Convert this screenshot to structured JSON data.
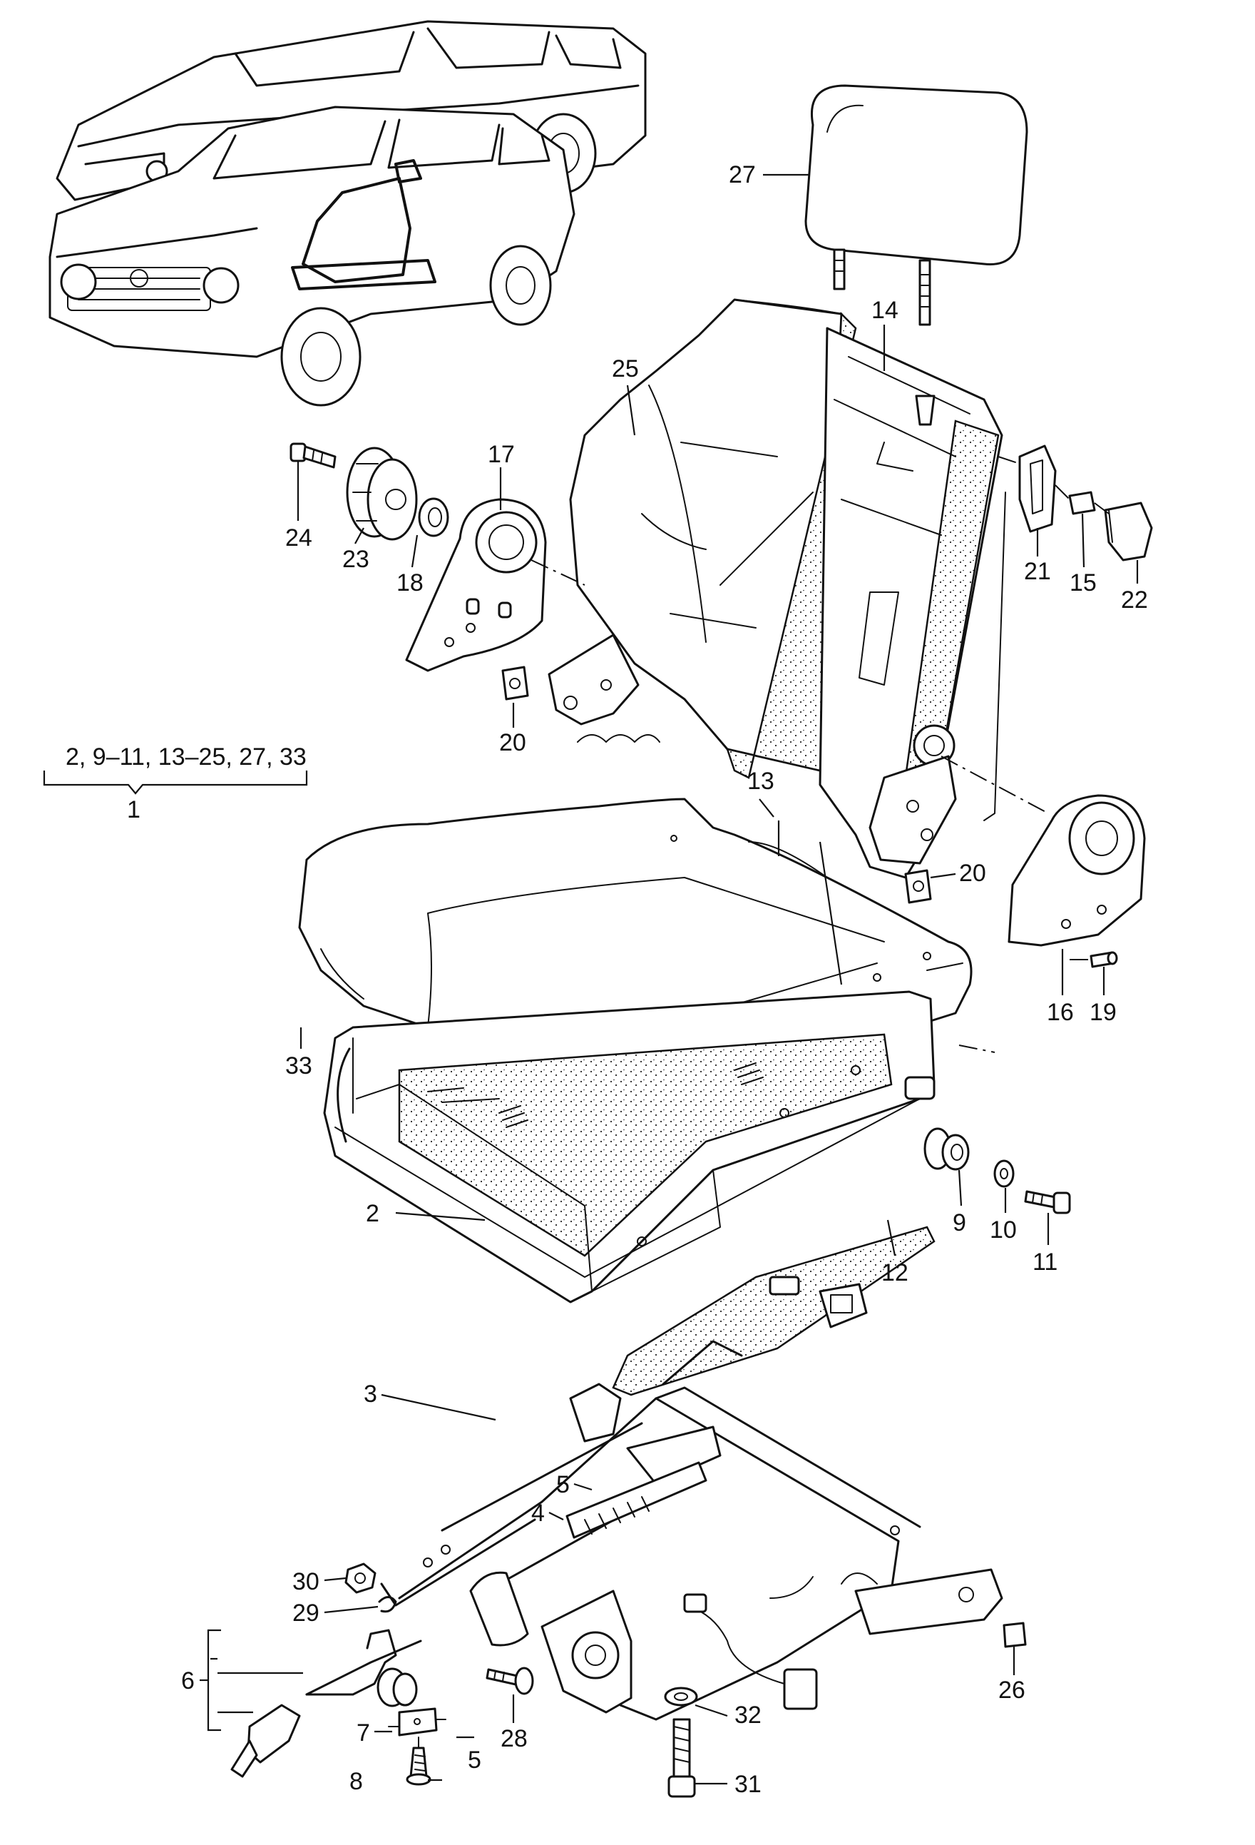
{
  "group": {
    "members": "2, 9–11, 13–25, 27, 33",
    "number": "1"
  },
  "callouts": [
    {
      "id": "2",
      "text": "2"
    },
    {
      "id": "3",
      "text": "3"
    },
    {
      "id": "4",
      "text": "4"
    },
    {
      "id": "5a",
      "text": "5"
    },
    {
      "id": "5b",
      "text": "5"
    },
    {
      "id": "6",
      "text": "6"
    },
    {
      "id": "7",
      "text": "7"
    },
    {
      "id": "8",
      "text": "8"
    },
    {
      "id": "9",
      "text": "9"
    },
    {
      "id": "10",
      "text": "10"
    },
    {
      "id": "11",
      "text": "11"
    },
    {
      "id": "12",
      "text": "12"
    },
    {
      "id": "13",
      "text": "13"
    },
    {
      "id": "14",
      "text": "14"
    },
    {
      "id": "15",
      "text": "15"
    },
    {
      "id": "16",
      "text": "16"
    },
    {
      "id": "17",
      "text": "17"
    },
    {
      "id": "18",
      "text": "18"
    },
    {
      "id": "19",
      "text": "19"
    },
    {
      "id": "20a",
      "text": "20"
    },
    {
      "id": "20b",
      "text": "20"
    },
    {
      "id": "21",
      "text": "21"
    },
    {
      "id": "22",
      "text": "22"
    },
    {
      "id": "23",
      "text": "23"
    },
    {
      "id": "24",
      "text": "24"
    },
    {
      "id": "25",
      "text": "25"
    },
    {
      "id": "26",
      "text": "26"
    },
    {
      "id": "27",
      "text": "27"
    },
    {
      "id": "28",
      "text": "28"
    },
    {
      "id": "29",
      "text": "29"
    },
    {
      "id": "30",
      "text": "30"
    },
    {
      "id": "31",
      "text": "31"
    },
    {
      "id": "32",
      "text": "32"
    },
    {
      "id": "33",
      "text": "33"
    }
  ],
  "colors": {
    "ink": "#111111",
    "paper": "#ffffff"
  }
}
